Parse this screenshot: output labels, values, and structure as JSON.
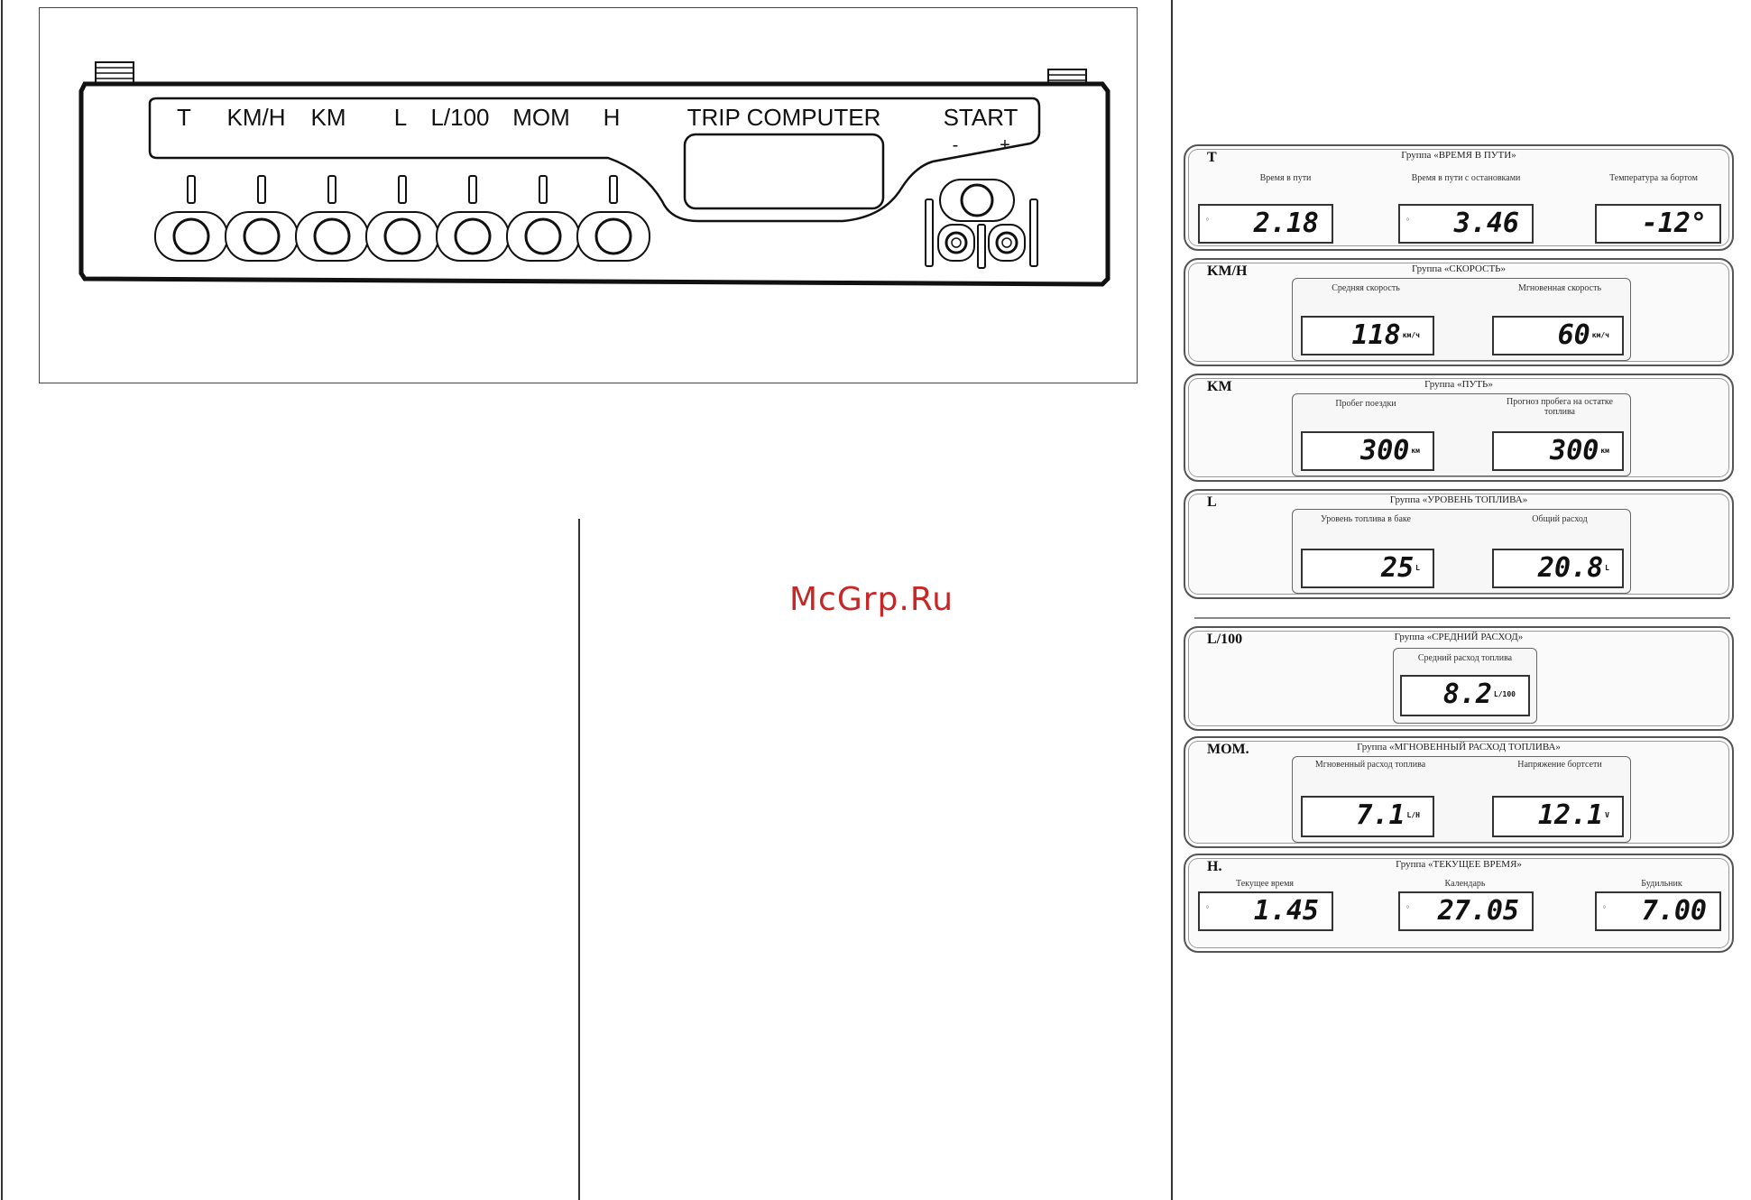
{
  "device": {
    "buttons": [
      "T",
      "KM/H",
      "KM",
      "L",
      "L/100",
      "MOM",
      "H"
    ],
    "display_title": "TRIP COMPUTER",
    "start_label": "START",
    "minus_label": "-",
    "plus_label": "+"
  },
  "watermark": "McGrp.Ru",
  "groups": [
    {
      "key": "T",
      "title": "Группа «ВРЕМЯ В ПУТИ»",
      "displays": [
        {
          "label": "Время в пути",
          "value": "2.18",
          "unit": ""
        },
        {
          "label": "Время в пути с остановками",
          "value": "3.46",
          "unit": ""
        },
        {
          "label": "Температура за бортом",
          "value": "-12°",
          "unit": ""
        }
      ]
    },
    {
      "key": "KM/H",
      "title": "Группа «СКОРОСТЬ»",
      "displays": [
        {
          "label": "Средняя скорость",
          "value": "118",
          "unit": "км/ч"
        },
        {
          "label": "Мгновенная скорость",
          "value": "60",
          "unit": "км/ч"
        }
      ]
    },
    {
      "key": "KM",
      "title": "Группа «ПУТЬ»",
      "displays": [
        {
          "label": "Пробег поездки",
          "value": "300",
          "unit": "км"
        },
        {
          "label": "Прогноз пробега на остатке топлива",
          "value": "300",
          "unit": "км"
        }
      ]
    },
    {
      "key": "L",
      "title": "Группа «УРОВЕНЬ ТОПЛИВА»",
      "displays": [
        {
          "label": "Уровень топлива в баке",
          "value": "25",
          "unit": "L"
        },
        {
          "label": "Общий расход",
          "value": "20.8",
          "unit": "L"
        }
      ]
    },
    {
      "key": "L/100",
      "title": "Группа «СРЕДНИЙ РАСХОД»",
      "displays": [
        {
          "label": "Средний расход топлива",
          "value": "8.2",
          "unit": "L/100"
        }
      ]
    },
    {
      "key": "MOM.",
      "title": "Группа «МГНОВЕННЫЙ РАСХОД ТОПЛИВА»",
      "displays": [
        {
          "label": "Мгновенный расход топлива",
          "value": "7.1",
          "unit": "L/H"
        },
        {
          "label": "Напряжение бортсети",
          "value": "12.1",
          "unit": "V"
        }
      ]
    },
    {
      "key": "H.",
      "title": "Группа «ТЕКУЩЕЕ ВРЕМЯ»",
      "displays": [
        {
          "label": "Текущее время",
          "value": "1.45",
          "unit": ""
        },
        {
          "label": "Календарь",
          "value": "27.05",
          "unit": ""
        },
        {
          "label": "Будильник",
          "value": "7.00",
          "unit": ""
        }
      ]
    }
  ]
}
